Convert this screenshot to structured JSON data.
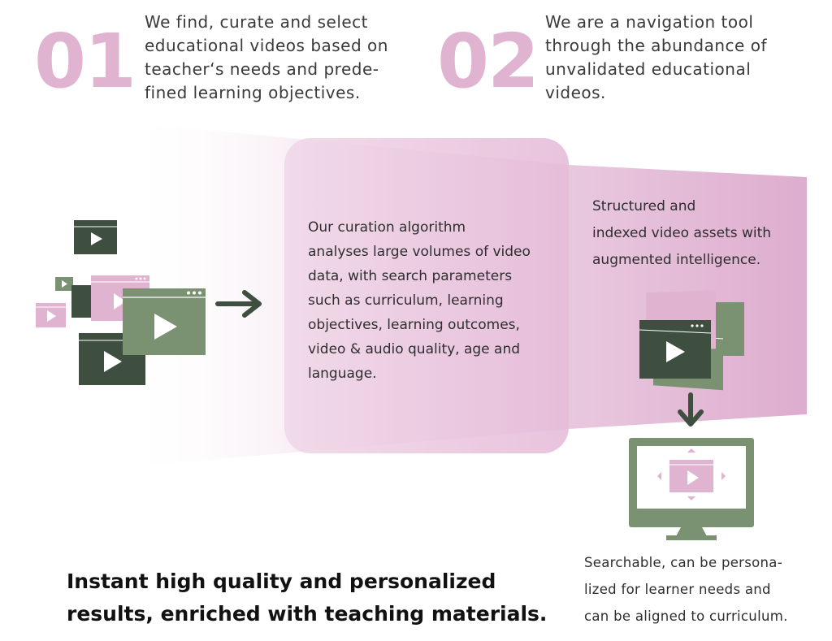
{
  "colors": {
    "pink": "#e0b3d1",
    "dark_green": "#3f4f3f",
    "mid_green": "#7a9271",
    "light_pink": "#f3dcec",
    "text": "#2e2e2e"
  },
  "step1": {
    "number": "01",
    "text": "We find, curate and select\neducational videos based on\nteacher‘s needs and prede-\nfined learning objectives."
  },
  "step2": {
    "number": "02",
    "text": "We are a navigation tool\nthrough the abundance of\nunvalidated educational\nvideos."
  },
  "algorithm": {
    "text": "Our curation algorithm\nanalyses large volumes of video\ndata, with search parameters\nsuch as curriculum, learning\nobjectives, learning outcomes,\nvideo & audio quality, age and\nlanguage."
  },
  "structured": {
    "text": "Structured and\nindexed video assets with\naugmented intelligence."
  },
  "searchable": {
    "text": "Searchable, can be persona-\nlized for learner needs and\ncan be aligned to curriculum."
  },
  "headline": "Instant high quality and personalized\nresults, enriched with teaching materials.",
  "icons": [
    "video-window-icon",
    "arrow-right-icon",
    "arrow-down-icon",
    "monitor-icon",
    "play-icon"
  ]
}
